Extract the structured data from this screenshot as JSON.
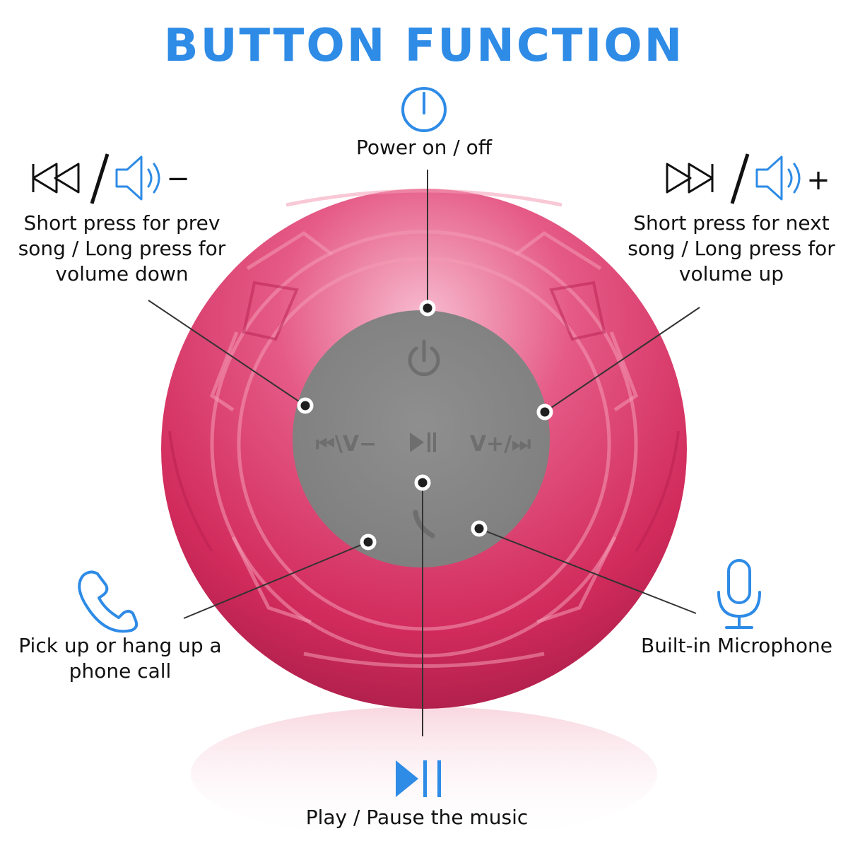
{
  "title": "BUTTON FUNCTION",
  "colors": {
    "accent": "#2e8be6",
    "speaker_body": "#d6325f",
    "button_panel": "#8c8c8c",
    "panel_glyph": "#707070"
  },
  "callouts": {
    "power": "Power on / off",
    "prev": "Short press for prev\nsong / Long press for\nvolume down",
    "next": "Short press for next\nsong / Long press for\nvolume up",
    "phone": "Pick up or hang up a\nphone call",
    "mic": "Built-in Microphone",
    "play": "Play / Pause the music"
  },
  "icon_signs": {
    "minus": "−",
    "plus": "+"
  },
  "panel": {
    "prev_label": "⏮\\V−",
    "next_label": "V+/⏭"
  }
}
